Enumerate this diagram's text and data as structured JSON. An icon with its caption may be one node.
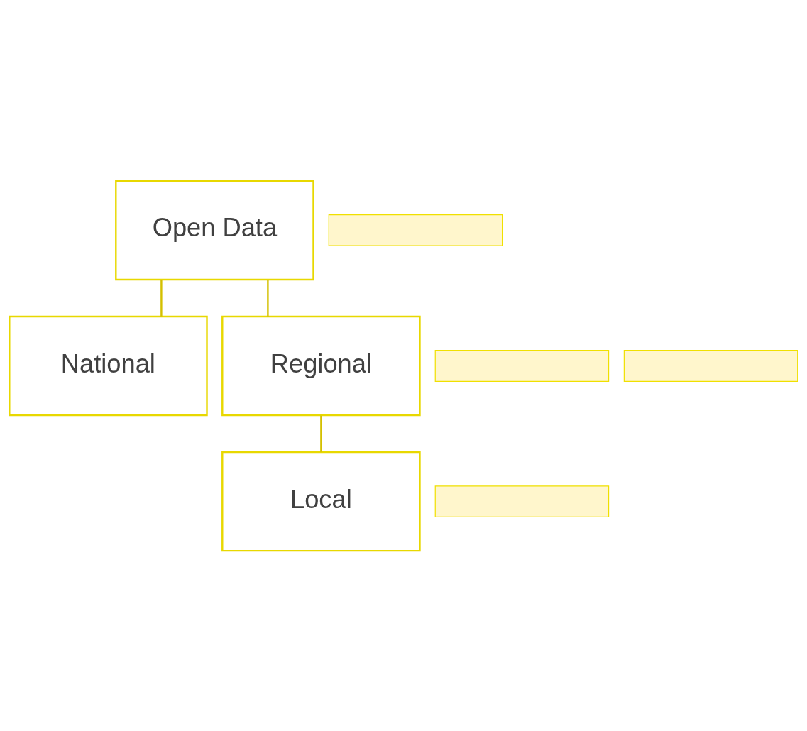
{
  "diagram": {
    "nodes": [
      {
        "text": [
          "Open Data"
        ]
      },
      {
        "text": [],
        "shape": "box"
      },
      {
        "text": [
          "National"
        ]
      },
      {
        "text": [],
        "shape": "box"
      },
      {
        "text": [
          "Regional"
        ]
      },
      {
        "text": [],
        "shape": "box"
      },
      {
        "text": [
          "Local"
        ]
      },
      {
        "text": [],
        "shape": "box"
      }
    ],
    "edges": [
      {
        "from": 0,
        "to": 2,
        "arrow": "none"
      },
      {
        "from": 0,
        "to": 4,
        "arrow": "none"
      },
      {
        "from": 4,
        "to": 6,
        "arrow": "none"
      }
    ]
  }
}
